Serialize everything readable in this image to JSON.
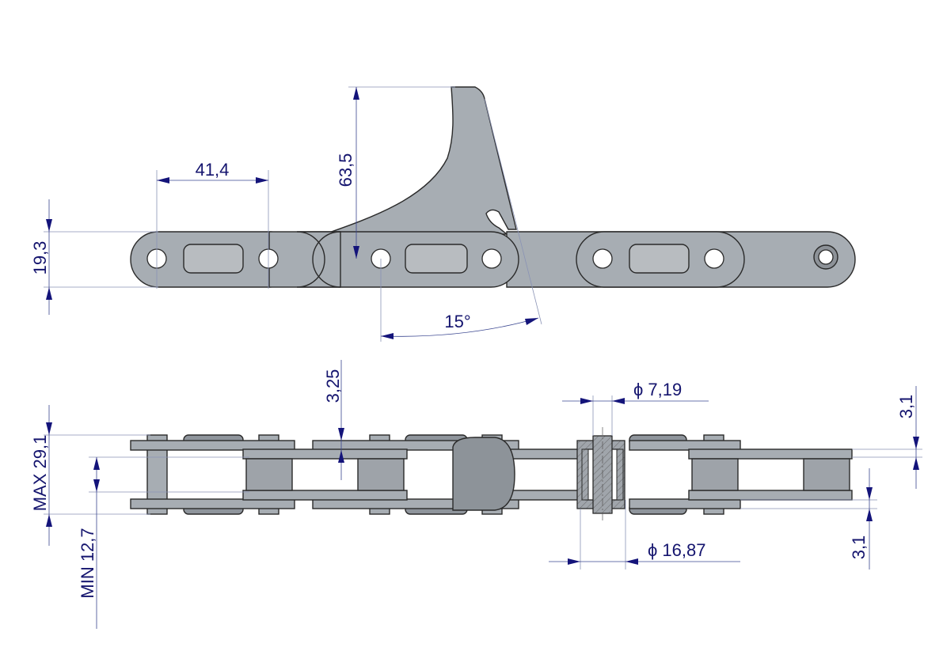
{
  "drawing": {
    "top_view": {
      "dim_pitch": "41,4",
      "dim_plate_height": "19,3",
      "dim_attachment_height": "63,5",
      "dim_angle": "15°"
    },
    "side_view": {
      "dim_max_width": "MAX  29,1",
      "dim_min_inner": "MIN  12,7",
      "dim_plate_thickness": "3,25",
      "dim_pin_diameter": "ϕ  7,19",
      "dim_roller_diameter": "ϕ  16,87",
      "dim_outer_plate_top": "3,1",
      "dim_outer_plate_bottom": "3,1"
    },
    "colors": {
      "dimension": "#14146e",
      "part": "#a7adb3"
    }
  }
}
